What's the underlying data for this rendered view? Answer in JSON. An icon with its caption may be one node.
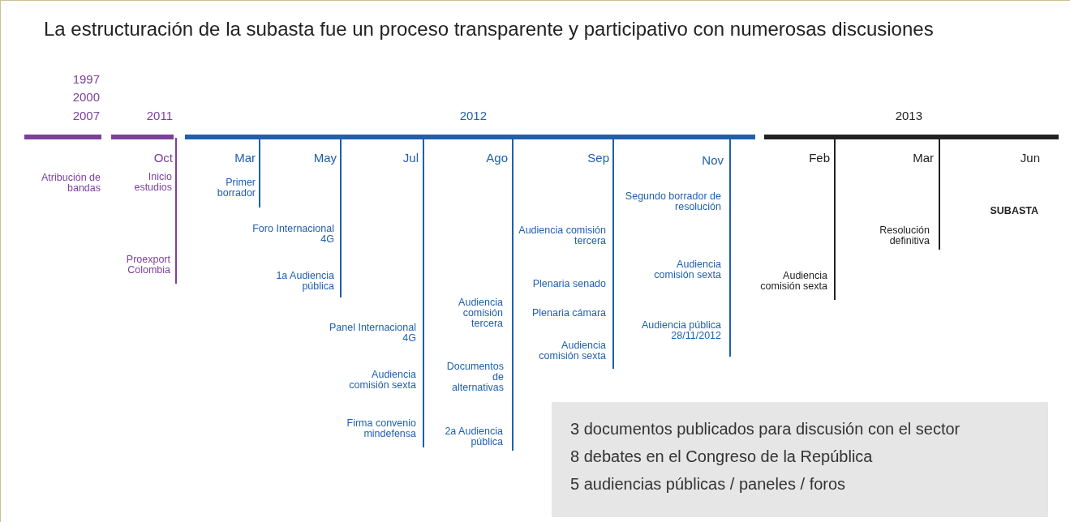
{
  "diagram": {
    "title": "La estructuración de la subasta fue un proceso transparente y participativo con numerosas discusiones",
    "nodes": [
      {
        "text": [
          "3 documentos publicados para discusión con el sector",
          "8 debates en el Congreso de la República",
          "5 audiencias públicas / paneles / foros"
        ]
      }
    ],
    "labels": [
      "1997",
      "2000",
      "2007",
      "2011",
      "2012",
      "2013",
      "Atribución de bandas",
      "Oct",
      "Inicio estudios",
      "Proexport Colombia",
      "Mar",
      "Primer borrador",
      "May",
      "Foro Internacional 4G",
      "1a Audiencia pública",
      "Jul",
      "Panel Internacional 4G",
      "Audiencia comisión sexta",
      "Firma convenio mindefensa",
      "Ago",
      "Audiencia comisión tercera",
      "Documentos de alternativas",
      "2a Audiencia pública",
      "Sep",
      "Audiencia comisión tercera",
      "Plenaria senado",
      "Plenaria cámara",
      "Audiencia comisión sexta",
      "Nov",
      "Segundo borrador de resolución",
      "Audiencia comisión sexta",
      "Audiencia pública 28/11/2012",
      "Feb",
      "Audiencia comisión sexta",
      "Mar",
      "Resolución definitiva",
      "Jun",
      "SUBASTA"
    ]
  }
}
